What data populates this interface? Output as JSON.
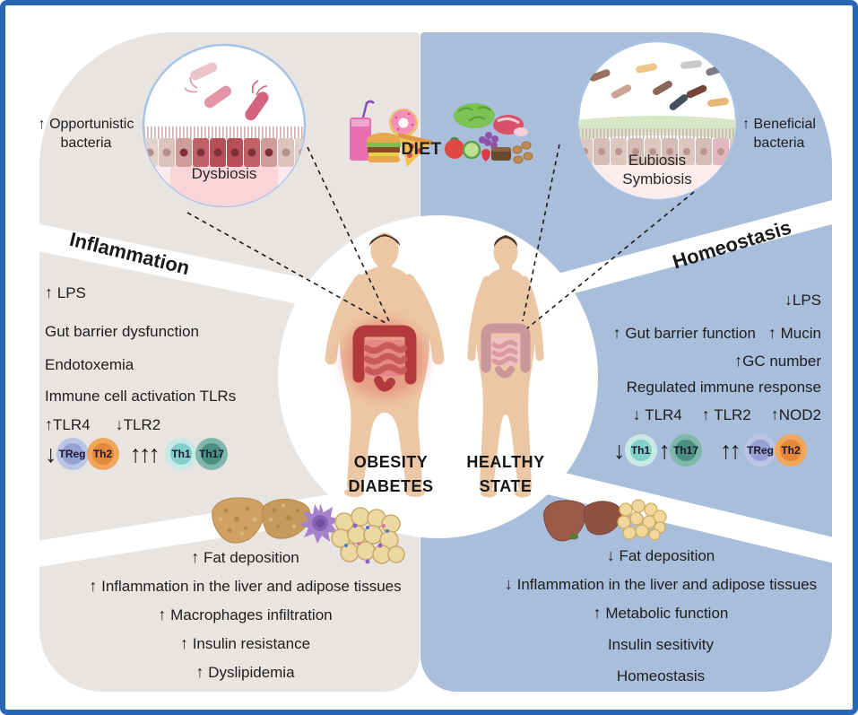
{
  "colors": {
    "frame_blue": "#2a66b6",
    "left_panel_gray": "#e8e4e2",
    "right_panel_blue": "#a9bedb",
    "treg_outer": "#bac4e4",
    "treg_inner": "#96a2d6",
    "th2_outer": "#f0a75a",
    "th2_inner": "#e6873a",
    "th1_outer": "#c9e9e6",
    "th1_inner": "#82d0ca",
    "th17_outer": "#7fb8ab",
    "th17_inner": "#4a8f80"
  },
  "top_left_note": {
    "line1": "↑ Opportunistic",
    "line2": "bacteria"
  },
  "top_right_note": {
    "line1": "↑ Beneficial",
    "line2": "bacteria"
  },
  "magnifier_left": {
    "label": "Dysbiosis"
  },
  "magnifier_right": {
    "label_line1": "Eubiosis",
    "label_line2": "Symbiosis"
  },
  "diet_label": "DIET",
  "inflammation": {
    "heading": "Inflammation",
    "item1": {
      "arrow": "↑",
      "text": "LPS"
    },
    "item2": {
      "arrow": "",
      "text": "Gut barrier dysfunction"
    },
    "item3": {
      "arrow": "",
      "text": "Endotoxemia"
    },
    "item4": {
      "arrow": "",
      "text": "Immune cell activation TLRs"
    },
    "tlr4": {
      "arrow": "↑",
      "text": "TLR4"
    },
    "tlr2": {
      "arrow": "↓",
      "text": "TLR2"
    },
    "cells": {
      "down": "↓",
      "treg": "TReg",
      "th2": "Th2",
      "up3": "↑↑↑",
      "th1": "Th1",
      "th17": "Th17"
    }
  },
  "homeostasis": {
    "heading": "Homeostasis",
    "lps": {
      "arrow": "↓",
      "text": "LPS"
    },
    "gut": {
      "arrow": "↑",
      "text": "Gut barrier function"
    },
    "mucin": {
      "arrow": "↑",
      "text": "Mucin"
    },
    "gc": {
      "arrow": "↑",
      "text": "GC number"
    },
    "immune": {
      "arrow": "",
      "text": "Regulated immune response"
    },
    "tlr4": {
      "arrow": "↓",
      "text": "TLR4"
    },
    "tlr2": {
      "arrow": "↑",
      "text": "TLR2"
    },
    "nod2": {
      "arrow": "↑",
      "text": "NOD2"
    },
    "cells": {
      "down": "↓",
      "th1": "Th1",
      "up1": "↑",
      "th17": "Th17",
      "up2": "↑↑",
      "treg": "TReg",
      "th2": "Th2"
    }
  },
  "center": {
    "left_line1": "OBESITY",
    "left_line2": "DIABETES",
    "right_line1": "HEALTHY",
    "right_line2": "STATE"
  },
  "bottom_left": {
    "item1": {
      "arrow": "↑",
      "text": "Fat deposition"
    },
    "item2": {
      "arrow": "↑",
      "text": "Inflammation in the liver and adipose tissues"
    },
    "item3": {
      "arrow": "↑",
      "text": "Macrophages infiltration"
    },
    "item4": {
      "arrow": "↑",
      "text": "Insulin resistance"
    },
    "item5": {
      "arrow": "↑",
      "text": "Dyslipidemia"
    }
  },
  "bottom_right": {
    "item1": {
      "arrow": "↓",
      "text": "Fat deposition"
    },
    "item2": {
      "arrow": "↓",
      "text": "Inflammation in the liver and adipose tissues"
    },
    "item3": {
      "arrow": "↑",
      "text": "Metabolic function"
    },
    "item4": {
      "arrow": "",
      "text": "Insulin sesitivity"
    },
    "item5": {
      "arrow": "",
      "text": "Homeostasis"
    }
  }
}
